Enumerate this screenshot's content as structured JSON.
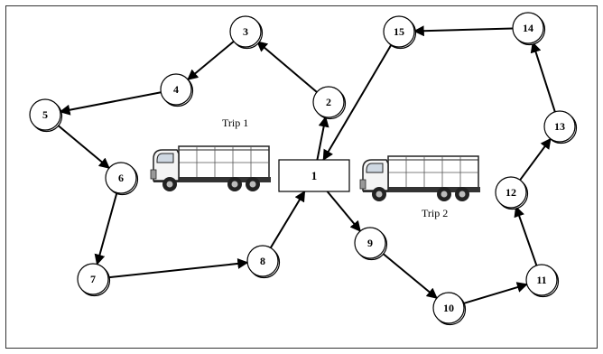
{
  "diagram": {
    "depot": {
      "id": "1",
      "label": "1"
    },
    "nodes": [
      {
        "id": "2",
        "label": "2"
      },
      {
        "id": "3",
        "label": "3"
      },
      {
        "id": "4",
        "label": "4"
      },
      {
        "id": "5",
        "label": "5"
      },
      {
        "id": "6",
        "label": "6"
      },
      {
        "id": "7",
        "label": "7"
      },
      {
        "id": "8",
        "label": "8"
      },
      {
        "id": "9",
        "label": "9"
      },
      {
        "id": "10",
        "label": "10"
      },
      {
        "id": "11",
        "label": "11"
      },
      {
        "id": "12",
        "label": "12"
      },
      {
        "id": "13",
        "label": "13"
      },
      {
        "id": "14",
        "label": "14"
      },
      {
        "id": "15",
        "label": "15"
      }
    ],
    "edges": [
      {
        "from": "1",
        "to": "2"
      },
      {
        "from": "2",
        "to": "3"
      },
      {
        "from": "3",
        "to": "4"
      },
      {
        "from": "4",
        "to": "5"
      },
      {
        "from": "5",
        "to": "6"
      },
      {
        "from": "6",
        "to": "7"
      },
      {
        "from": "7",
        "to": "8"
      },
      {
        "from": "8",
        "to": "1"
      },
      {
        "from": "1",
        "to": "9"
      },
      {
        "from": "9",
        "to": "10"
      },
      {
        "from": "10",
        "to": "11"
      },
      {
        "from": "11",
        "to": "12"
      },
      {
        "from": "12",
        "to": "13"
      },
      {
        "from": "13",
        "to": "14"
      },
      {
        "from": "14",
        "to": "15"
      },
      {
        "from": "15",
        "to": "1"
      }
    ],
    "trips": [
      {
        "label": "Trip 1",
        "icon": "truck-icon"
      },
      {
        "label": "Trip 2",
        "icon": "truck-icon"
      }
    ]
  }
}
